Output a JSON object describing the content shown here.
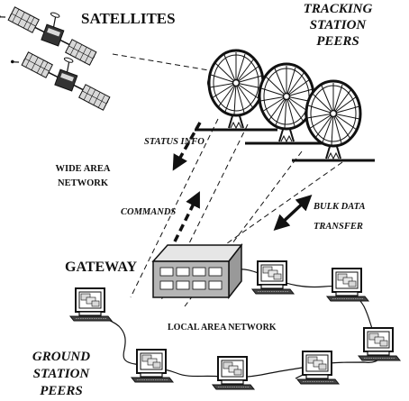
{
  "labels": {
    "satellites": "SATELLITES",
    "tracking_line1": "TRACKING",
    "tracking_line2": "STATION",
    "tracking_line3": "PEERS",
    "status_info": "STATUS INFO",
    "wan_line1": "WIDE AREA",
    "wan_line2": "NETWORK",
    "commands": "COMMANDS",
    "bulk_line1": "BULK DATA",
    "bulk_line2": "TRANSFER",
    "gateway": "GATEWAY",
    "lan": "LOCAL AREA NETWORK",
    "ground_line1": "GROUND",
    "ground_line2": "STATION",
    "ground_line3": "PEERS"
  },
  "icons": {
    "satellite": "satellite-icon",
    "dish": "dish-antenna-icon",
    "gateway": "gateway-server-icon",
    "workstation": "workstation-icon"
  },
  "colors": {
    "ink": "#111111",
    "fill_light": "#d9d9d9",
    "fill_mid": "#b5b5b5",
    "background": "#ffffff"
  }
}
